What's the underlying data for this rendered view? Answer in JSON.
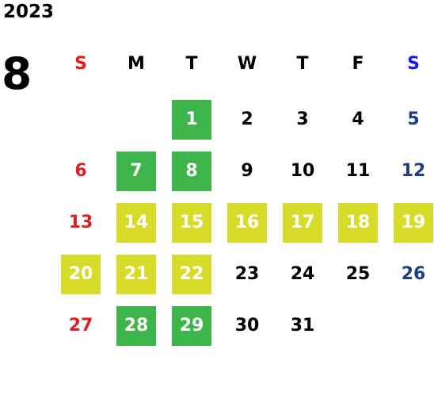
{
  "year": "2023",
  "month": "8",
  "weekdays": [
    "S",
    "M",
    "T",
    "W",
    "T",
    "F",
    "S"
  ],
  "colors": {
    "sunday": "#e01e1e",
    "saturday": "#1a3e8c",
    "highlight_green": "#3db54a",
    "highlight_yellow": "#d6dc27"
  },
  "weeks": [
    [
      "",
      "",
      "1",
      "2",
      "3",
      "4",
      "5"
    ],
    [
      "6",
      "7",
      "8",
      "9",
      "10",
      "11",
      "12"
    ],
    [
      "13",
      "14",
      "15",
      "16",
      "17",
      "18",
      "19"
    ],
    [
      "20",
      "21",
      "22",
      "23",
      "24",
      "25",
      "26"
    ],
    [
      "27",
      "28",
      "29",
      "30",
      "31",
      "",
      ""
    ]
  ],
  "highlights": {
    "1": "green",
    "7": "green",
    "8": "green",
    "28": "green",
    "29": "green",
    "14": "yellow",
    "15": "yellow",
    "16": "yellow",
    "17": "yellow",
    "18": "yellow",
    "19": "yellow",
    "20": "yellow",
    "21": "yellow",
    "22": "yellow"
  }
}
